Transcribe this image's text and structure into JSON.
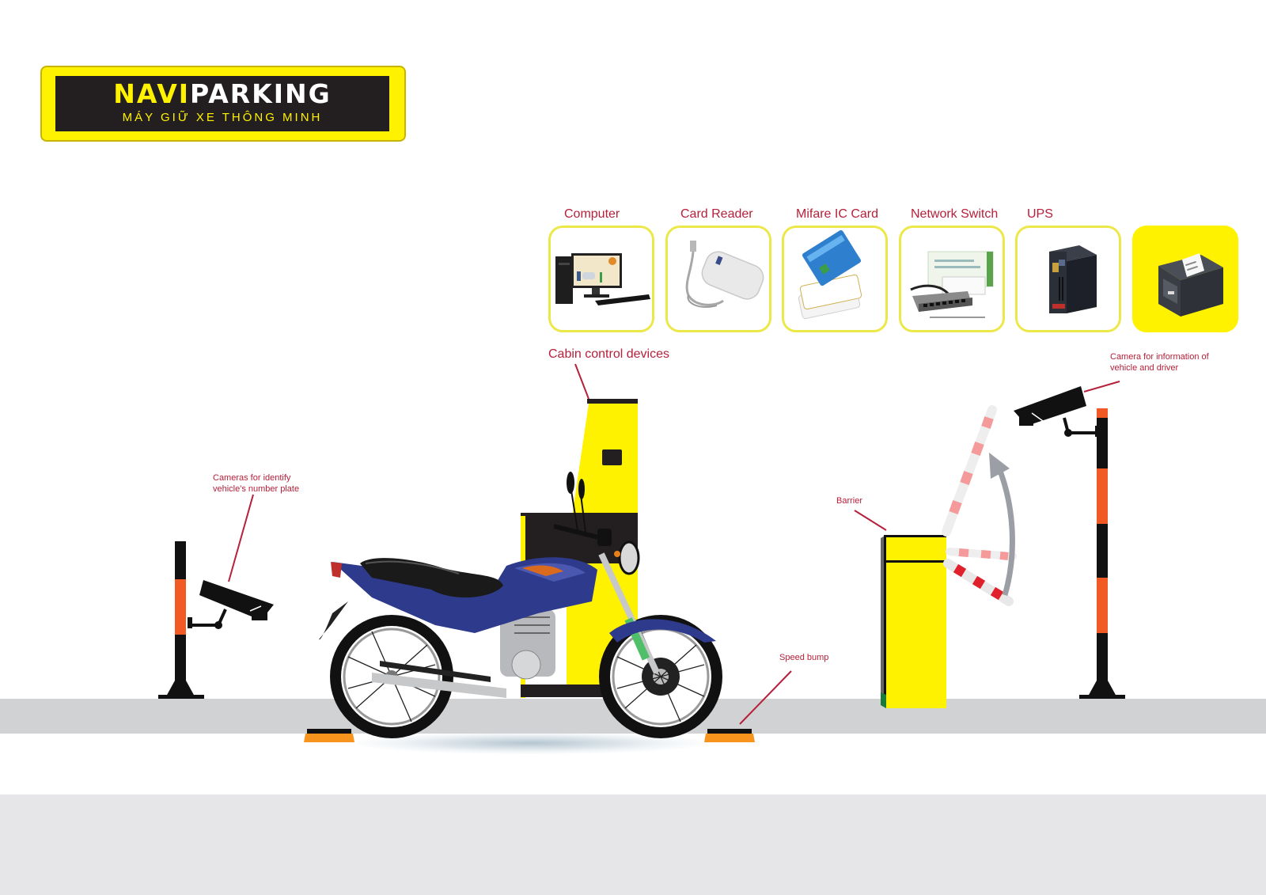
{
  "logo": {
    "brand_highlight": "NAVI",
    "brand_rest": "PARKING",
    "tagline": "MÁY GIỮ XE THÔNG MINH"
  },
  "devices": [
    {
      "label": "Computer",
      "icon": "computer-icon"
    },
    {
      "label": "Card Reader",
      "icon": "card-reader-icon"
    },
    {
      "label": "Mifare IC Card",
      "icon": "rfid-card-icon"
    },
    {
      "label": "Network Switch",
      "icon": "network-switch-icon"
    },
    {
      "label": "UPS",
      "icon": "ups-icon"
    },
    {
      "label": "",
      "icon": "receipt-printer-icon"
    }
  ],
  "annotations": {
    "cabin": "Cabin control devices",
    "camera_plate_line1": "Cameras for identify",
    "camera_plate_line2": "vehicle's number plate",
    "camera_driver_line1": "Camera for information of",
    "camera_driver_line2": "vehicle and driver",
    "barrier": "Barrier",
    "speed_bump": "Speed bump"
  },
  "colors": {
    "brand_yellow": "#fff200",
    "brand_dark": "#231f20",
    "label_red": "#b5203a",
    "pole_orange": "#f15a24",
    "bump_orange": "#f7941d",
    "ground_gray": "#d1d2d4",
    "motorbike_blue": "#2e3a8c"
  }
}
